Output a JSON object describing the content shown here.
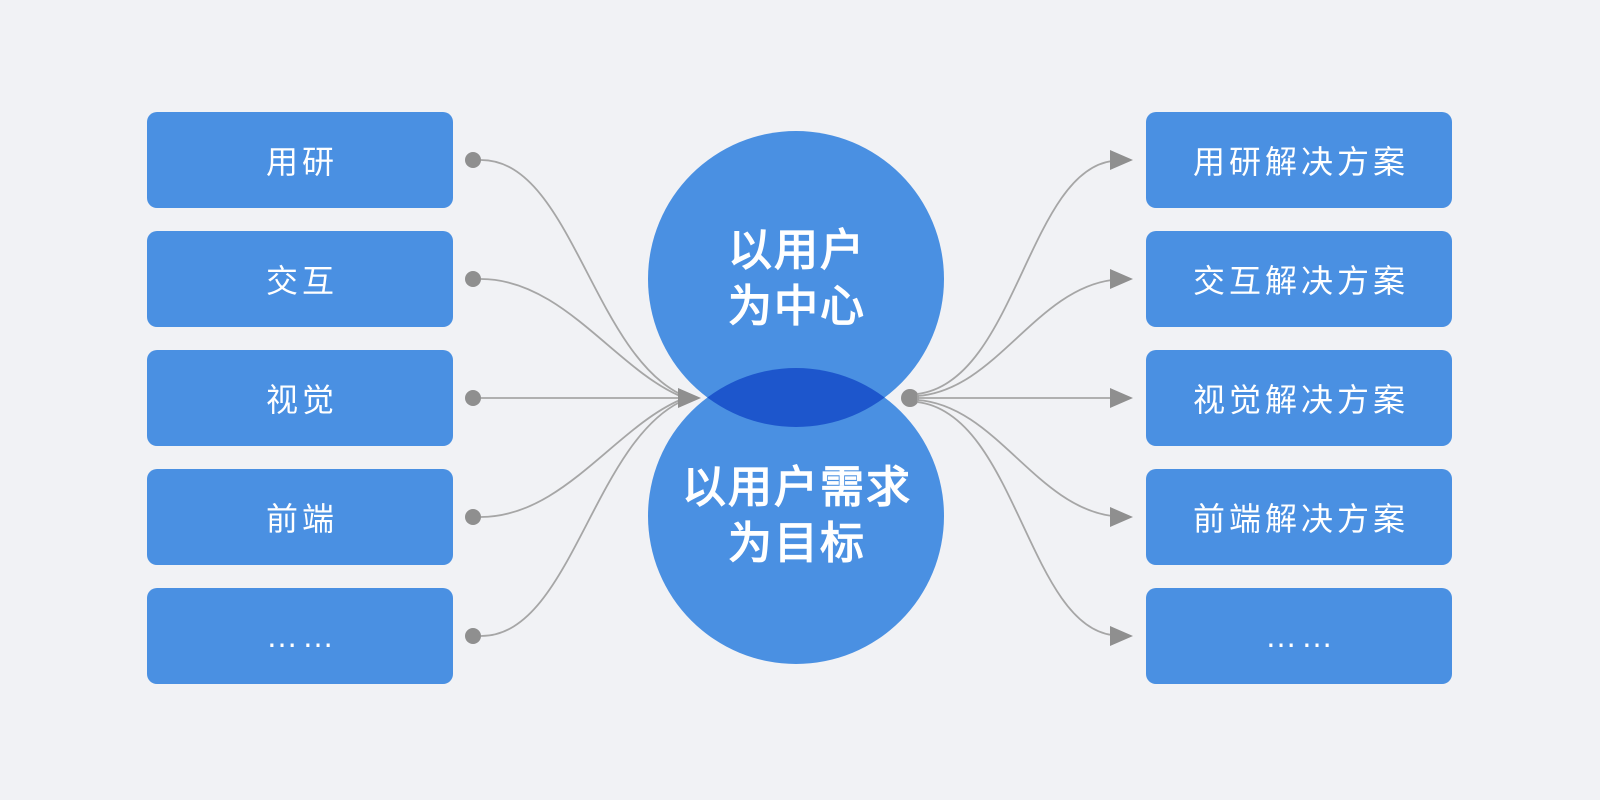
{
  "colors": {
    "background": "#f1f2f5",
    "primary_blue": "#4a90e2",
    "overlap_blue": "#1d56cc",
    "line_gray": "#a6a6a6",
    "node_gray": "#8f8f8f",
    "text_white": "#ffffff"
  },
  "left_column": {
    "items": [
      {
        "label": "用研"
      },
      {
        "label": "交互"
      },
      {
        "label": "视觉"
      },
      {
        "label": "前端"
      },
      {
        "label": "……"
      }
    ]
  },
  "center": {
    "top_circle": {
      "line1": "以用户",
      "line2": "为中心"
    },
    "bottom_circle": {
      "line1": "以用户需求",
      "line2": "为目标"
    }
  },
  "right_column": {
    "items": [
      {
        "label": "用研解决方案"
      },
      {
        "label": "交互解决方案"
      },
      {
        "label": "视觉解决方案"
      },
      {
        "label": "前端解决方案"
      },
      {
        "label": "……"
      }
    ]
  }
}
